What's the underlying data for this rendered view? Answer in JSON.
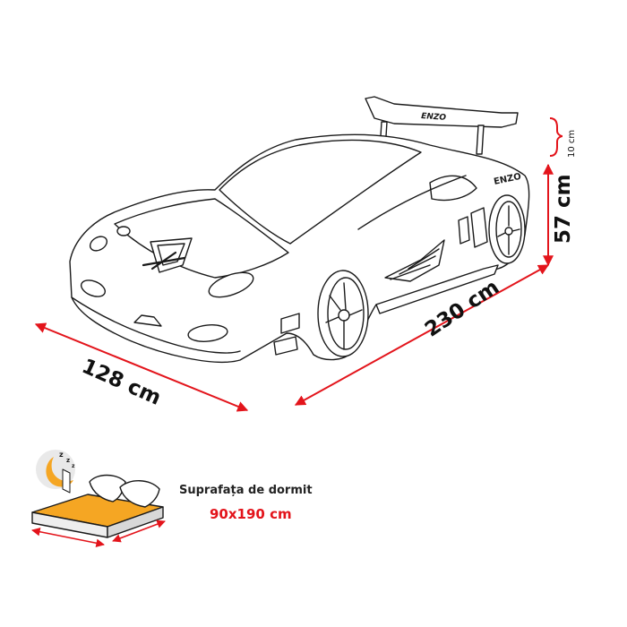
{
  "dimensions": {
    "depth": "128 cm",
    "length": "230 cm",
    "height": "57 cm",
    "spoiler": "10 cm"
  },
  "car_text": {
    "spoiler_text": "ENZO",
    "side_text": "ENZO"
  },
  "sleeping_surface": {
    "title": "Suprafața de dormit",
    "size": "90x190 cm"
  },
  "icons": {
    "sleep": "moon-zzz-icon"
  },
  "colors": {
    "dimension_arrow": "#e3141b",
    "accent_text": "#e3141b",
    "mattress": "#f5a623",
    "outline": "#1a1a1a"
  }
}
